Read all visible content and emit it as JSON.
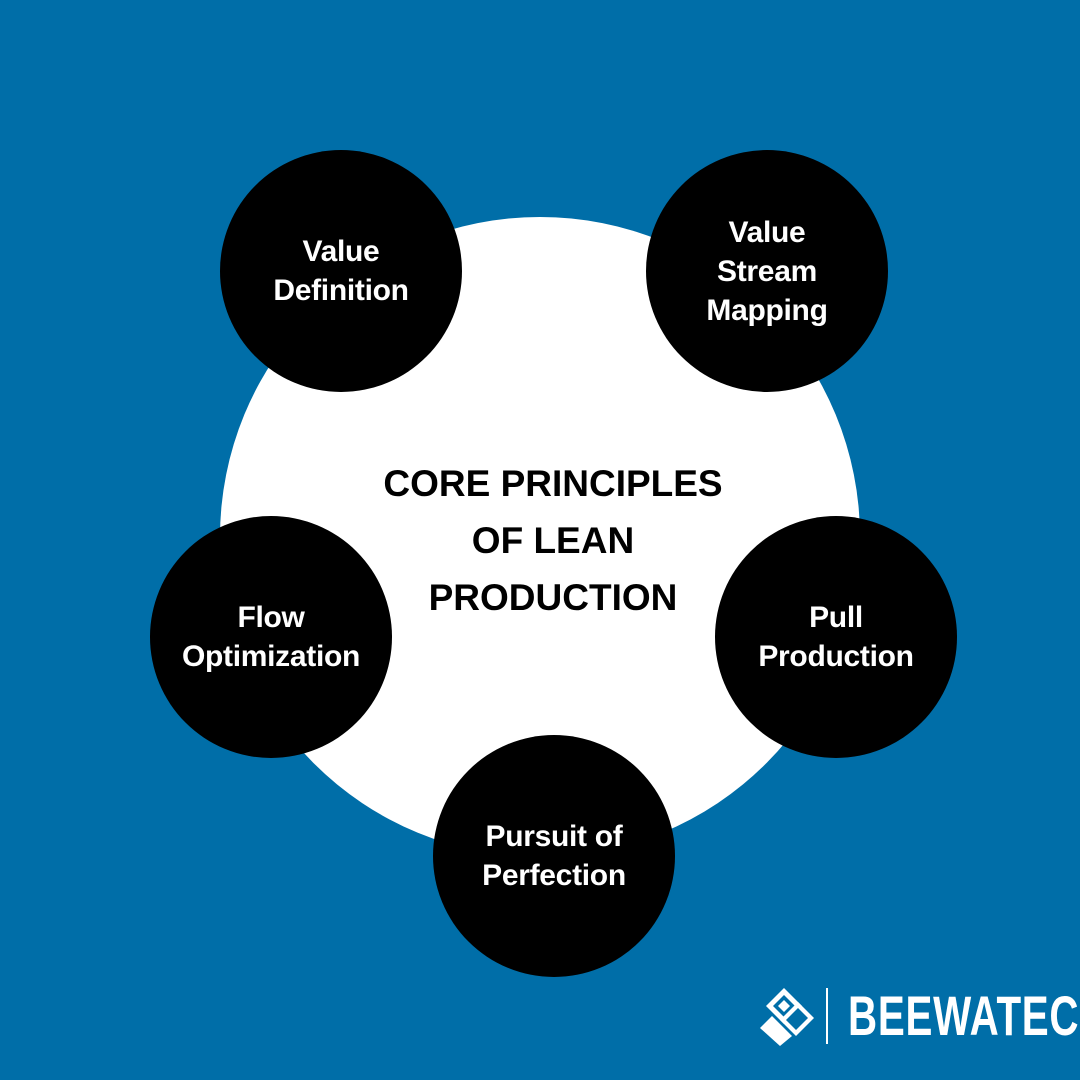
{
  "diagram": {
    "center_title": "CORE PRINCIPLES\nOF LEAN\nPRODUCTION",
    "nodes": [
      {
        "label": "Value\nDefinition"
      },
      {
        "label": "Value\nStream\nMapping"
      },
      {
        "label": "Flow\nOptimization"
      },
      {
        "label": "Pull\nProduction"
      },
      {
        "label": "Pursuit of\nPerfection"
      }
    ]
  },
  "brand": {
    "name": "BEEWATEC",
    "logo_icon": "beewatec-diamond-icon"
  },
  "colors": {
    "background": "#006ea8",
    "center_circle": "#ffffff",
    "node_circle": "#000000",
    "node_text": "#ffffff",
    "title_text": "#000000"
  }
}
